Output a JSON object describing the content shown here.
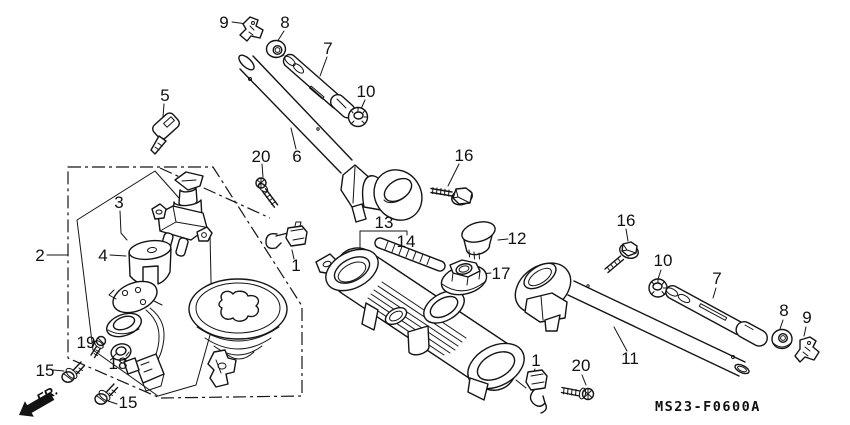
{
  "diagram": {
    "code": "MS23-F0600A",
    "direction_label": "FR.",
    "background_color": "#ffffff",
    "ink_color": "#141414"
  },
  "callouts": [
    {
      "ref": "9",
      "pos": "top-left-clamp"
    },
    {
      "ref": "8",
      "pos": "top-ring"
    },
    {
      "ref": "7",
      "pos": "top-end-weight"
    },
    {
      "ref": "10",
      "pos": "top-nut"
    },
    {
      "ref": "5",
      "pos": "key"
    },
    {
      "ref": "20",
      "pos": "left-bolt"
    },
    {
      "ref": "6",
      "pos": "left-handlebar-pipe"
    },
    {
      "ref": "16",
      "pos": "left-flange-bolt"
    },
    {
      "ref": "3",
      "pos": "lock-cylinder"
    },
    {
      "ref": "2",
      "pos": "switch-assembly-box"
    },
    {
      "ref": "4",
      "pos": "switch-cover"
    },
    {
      "ref": "1",
      "pos": "left-wire-clamp"
    },
    {
      "ref": "13",
      "pos": "top-bridge"
    },
    {
      "ref": "14",
      "pos": "plate"
    },
    {
      "ref": "12",
      "pos": "cap"
    },
    {
      "ref": "17",
      "pos": "stem-nut"
    },
    {
      "ref": "16",
      "pos": "right-flange-bolt"
    },
    {
      "ref": "10",
      "pos": "right-nut"
    },
    {
      "ref": "7",
      "pos": "right-end-weight"
    },
    {
      "ref": "8",
      "pos": "right-ring"
    },
    {
      "ref": "9",
      "pos": "right-clamp"
    },
    {
      "ref": "11",
      "pos": "right-handlebar-pipe"
    },
    {
      "ref": "1",
      "pos": "right-wire-clamp"
    },
    {
      "ref": "20",
      "pos": "right-bolt"
    },
    {
      "ref": "19",
      "pos": "screw"
    },
    {
      "ref": "18",
      "pos": "clip"
    },
    {
      "ref": "15",
      "pos": "left-screw"
    },
    {
      "ref": "15",
      "pos": "bottom-screw"
    }
  ]
}
